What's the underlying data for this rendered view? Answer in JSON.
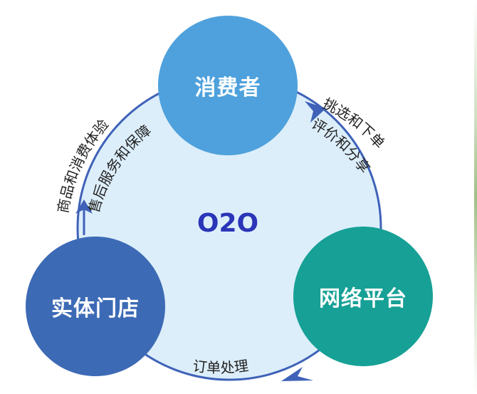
{
  "diagram": {
    "center": {
      "label": "O2O",
      "fill": "#dceefa",
      "text_color": "#2b35b8"
    },
    "nodes": [
      {
        "id": "consumer",
        "label": "消费者",
        "color": "#4ea1dc"
      },
      {
        "id": "platform",
        "label": "网络平台",
        "color": "#16a096"
      },
      {
        "id": "store",
        "label": "实体门店",
        "color": "#3d6ab5"
      }
    ],
    "edges": [
      {
        "from": "consumer",
        "to": "platform",
        "outer_label": "挑选和下单",
        "inner_label": "评价和分享"
      },
      {
        "from": "platform",
        "to": "store",
        "label": "订单处理"
      },
      {
        "from": "store",
        "to": "consumer",
        "outer_label": "商品和消费体验",
        "inner_label": "售后服务和保障"
      }
    ],
    "arrow_color": "#3f62b8"
  }
}
